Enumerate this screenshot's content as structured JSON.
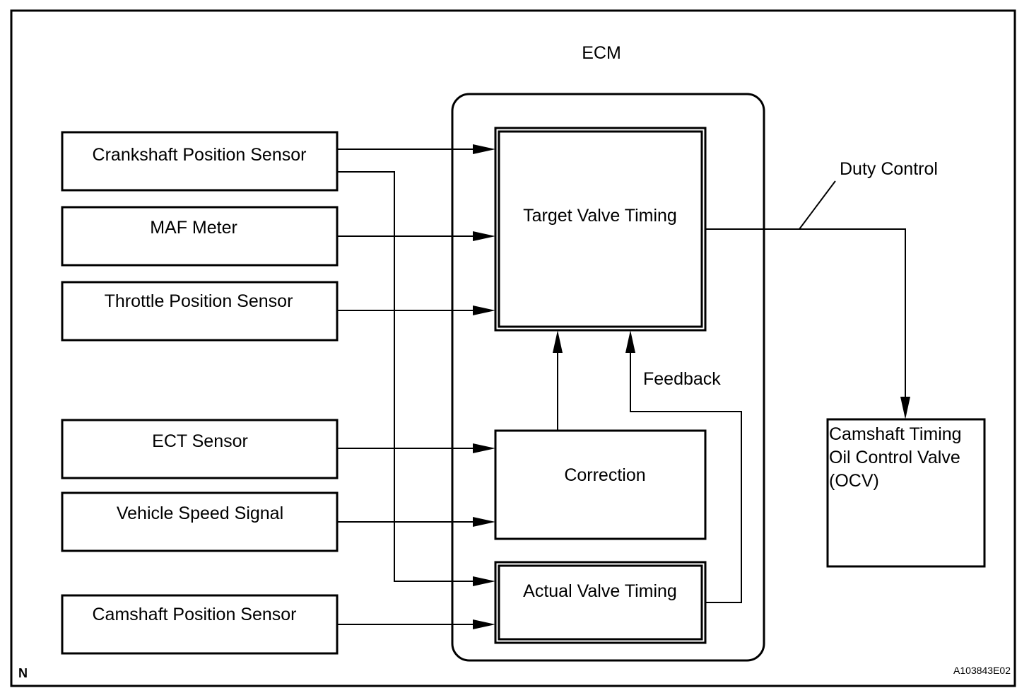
{
  "ecm": {
    "label": "ECM"
  },
  "sensors": {
    "crankshaft": "Crankshaft Position Sensor",
    "maf": "MAF Meter",
    "throttle": "Throttle Position Sensor",
    "ect": "ECT Sensor",
    "vehicle_speed": "Vehicle Speed Signal",
    "camshaft": "Camshaft Position Sensor"
  },
  "blocks": {
    "target": "Target Valve Timing",
    "correction": "Correction",
    "actual": "Actual Valve Timing"
  },
  "labels": {
    "feedback": "Feedback",
    "duty_control": "Duty Control"
  },
  "ocv": {
    "line1": "Camshaft Timing",
    "line2": "Oil Control Valve",
    "line3": "(OCV)"
  },
  "footer": {
    "corner_mark": "N",
    "figure_id": "A103843E02"
  }
}
